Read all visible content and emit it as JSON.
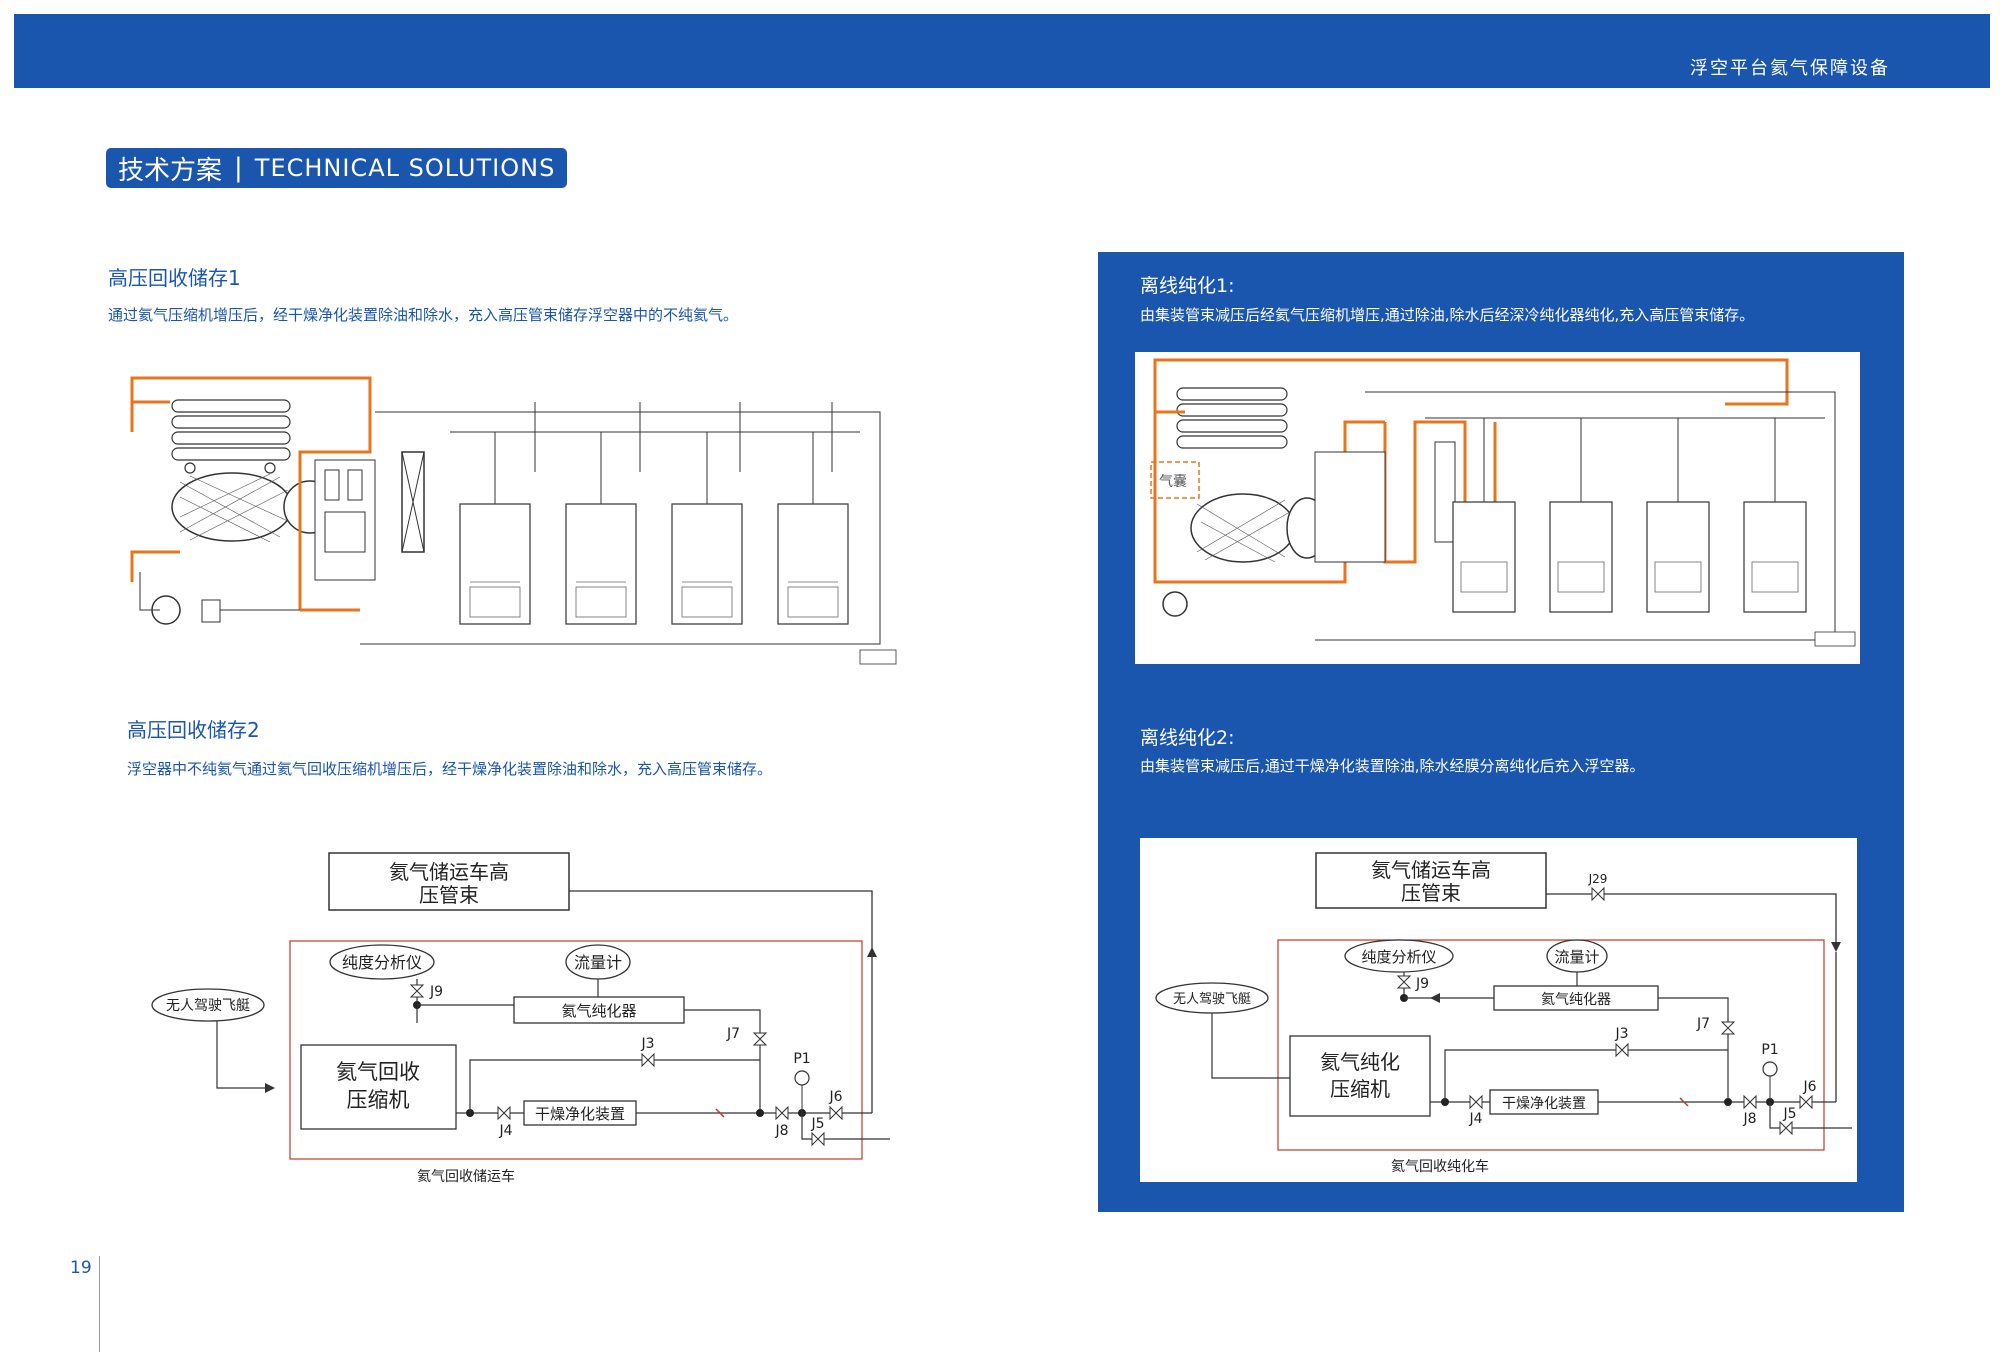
{
  "header": {
    "title": "浮空平台氦气保障设备"
  },
  "section": {
    "title_cn": "技术方案",
    "separator": "|",
    "title_en": "TECHNICAL SOLUTIONS"
  },
  "left_top": {
    "title": "高压回收储存1",
    "description": "通过氦气压缩机增压后，经干燥净化装置除油和除水，充入高压管束储存浮空器中的不纯氦气。"
  },
  "left_bottom": {
    "title": "高压回收储存2",
    "description": "浮空器中不纯氦气通过氦气回收压缩机增压后，经干燥净化装置除油和除水，充入高压管束储存。",
    "diagram": {
      "tube_bundle": [
        "氦气储运车高",
        "压管束"
      ],
      "purity_analyzer": "纯度分析仪",
      "flow_meter": "流量计",
      "airship": "无人驾驶飞艇",
      "purifier": "氦气纯化器",
      "compressor": [
        "氦气回收",
        "压缩机"
      ],
      "dryer": "干燥净化装置",
      "valves": {
        "j3": "J3",
        "j4": "J4",
        "j5": "J5",
        "j6": "J6",
        "j7": "J7",
        "j8": "J8",
        "j9": "J9"
      },
      "gauge": "P1",
      "vehicle": "氦气回收储运车"
    }
  },
  "right_top": {
    "title": "离线纯化1:",
    "description": "由集装管束减压后经氦气压缩机增压,通过除油,除水后经深冷纯化器纯化,充入高压管束储存。",
    "diagram": {
      "bag": "气囊"
    }
  },
  "right_bottom": {
    "title": "离线纯化2:",
    "description": "由集装管束减压后,通过干燥净化装置除油,除水经膜分离纯化后充入浮空器。",
    "diagram": {
      "tube_bundle": [
        "氦气储运车高",
        "压管束"
      ],
      "valve_j29": "J29",
      "purity_analyzer": "纯度分析仪",
      "flow_meter": "流量计",
      "airship": "无人驾驶飞艇",
      "purifier": "氦气纯化器",
      "compressor": [
        "氦气纯化",
        "压缩机"
      ],
      "dryer": "干燥净化装置",
      "valves": {
        "j3": "J3",
        "j4": "J4",
        "j5": "J5",
        "j6": "J6",
        "j7": "J7",
        "j8": "J8",
        "j9": "J9"
      },
      "gauge": "P1",
      "vehicle": "氦气回收纯化车"
    }
  },
  "footer": {
    "page_number": "19"
  }
}
